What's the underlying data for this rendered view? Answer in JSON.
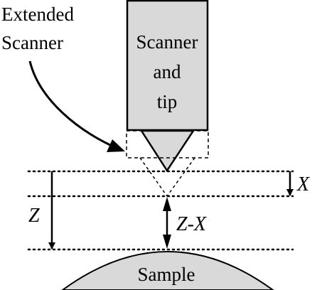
{
  "labels": {
    "extended_scanner_line1": "Extended",
    "extended_scanner_line2": "Scanner",
    "scanner_line1": "Scanner",
    "scanner_line2": "and",
    "scanner_line3": "tip",
    "z": "Z",
    "x": "X",
    "z_minus_x": "Z-X",
    "sample": "Sample"
  },
  "colors": {
    "scanner_fill": "#d9d9d9",
    "sample_fill": "#d9d9d9",
    "stroke": "#000000"
  }
}
